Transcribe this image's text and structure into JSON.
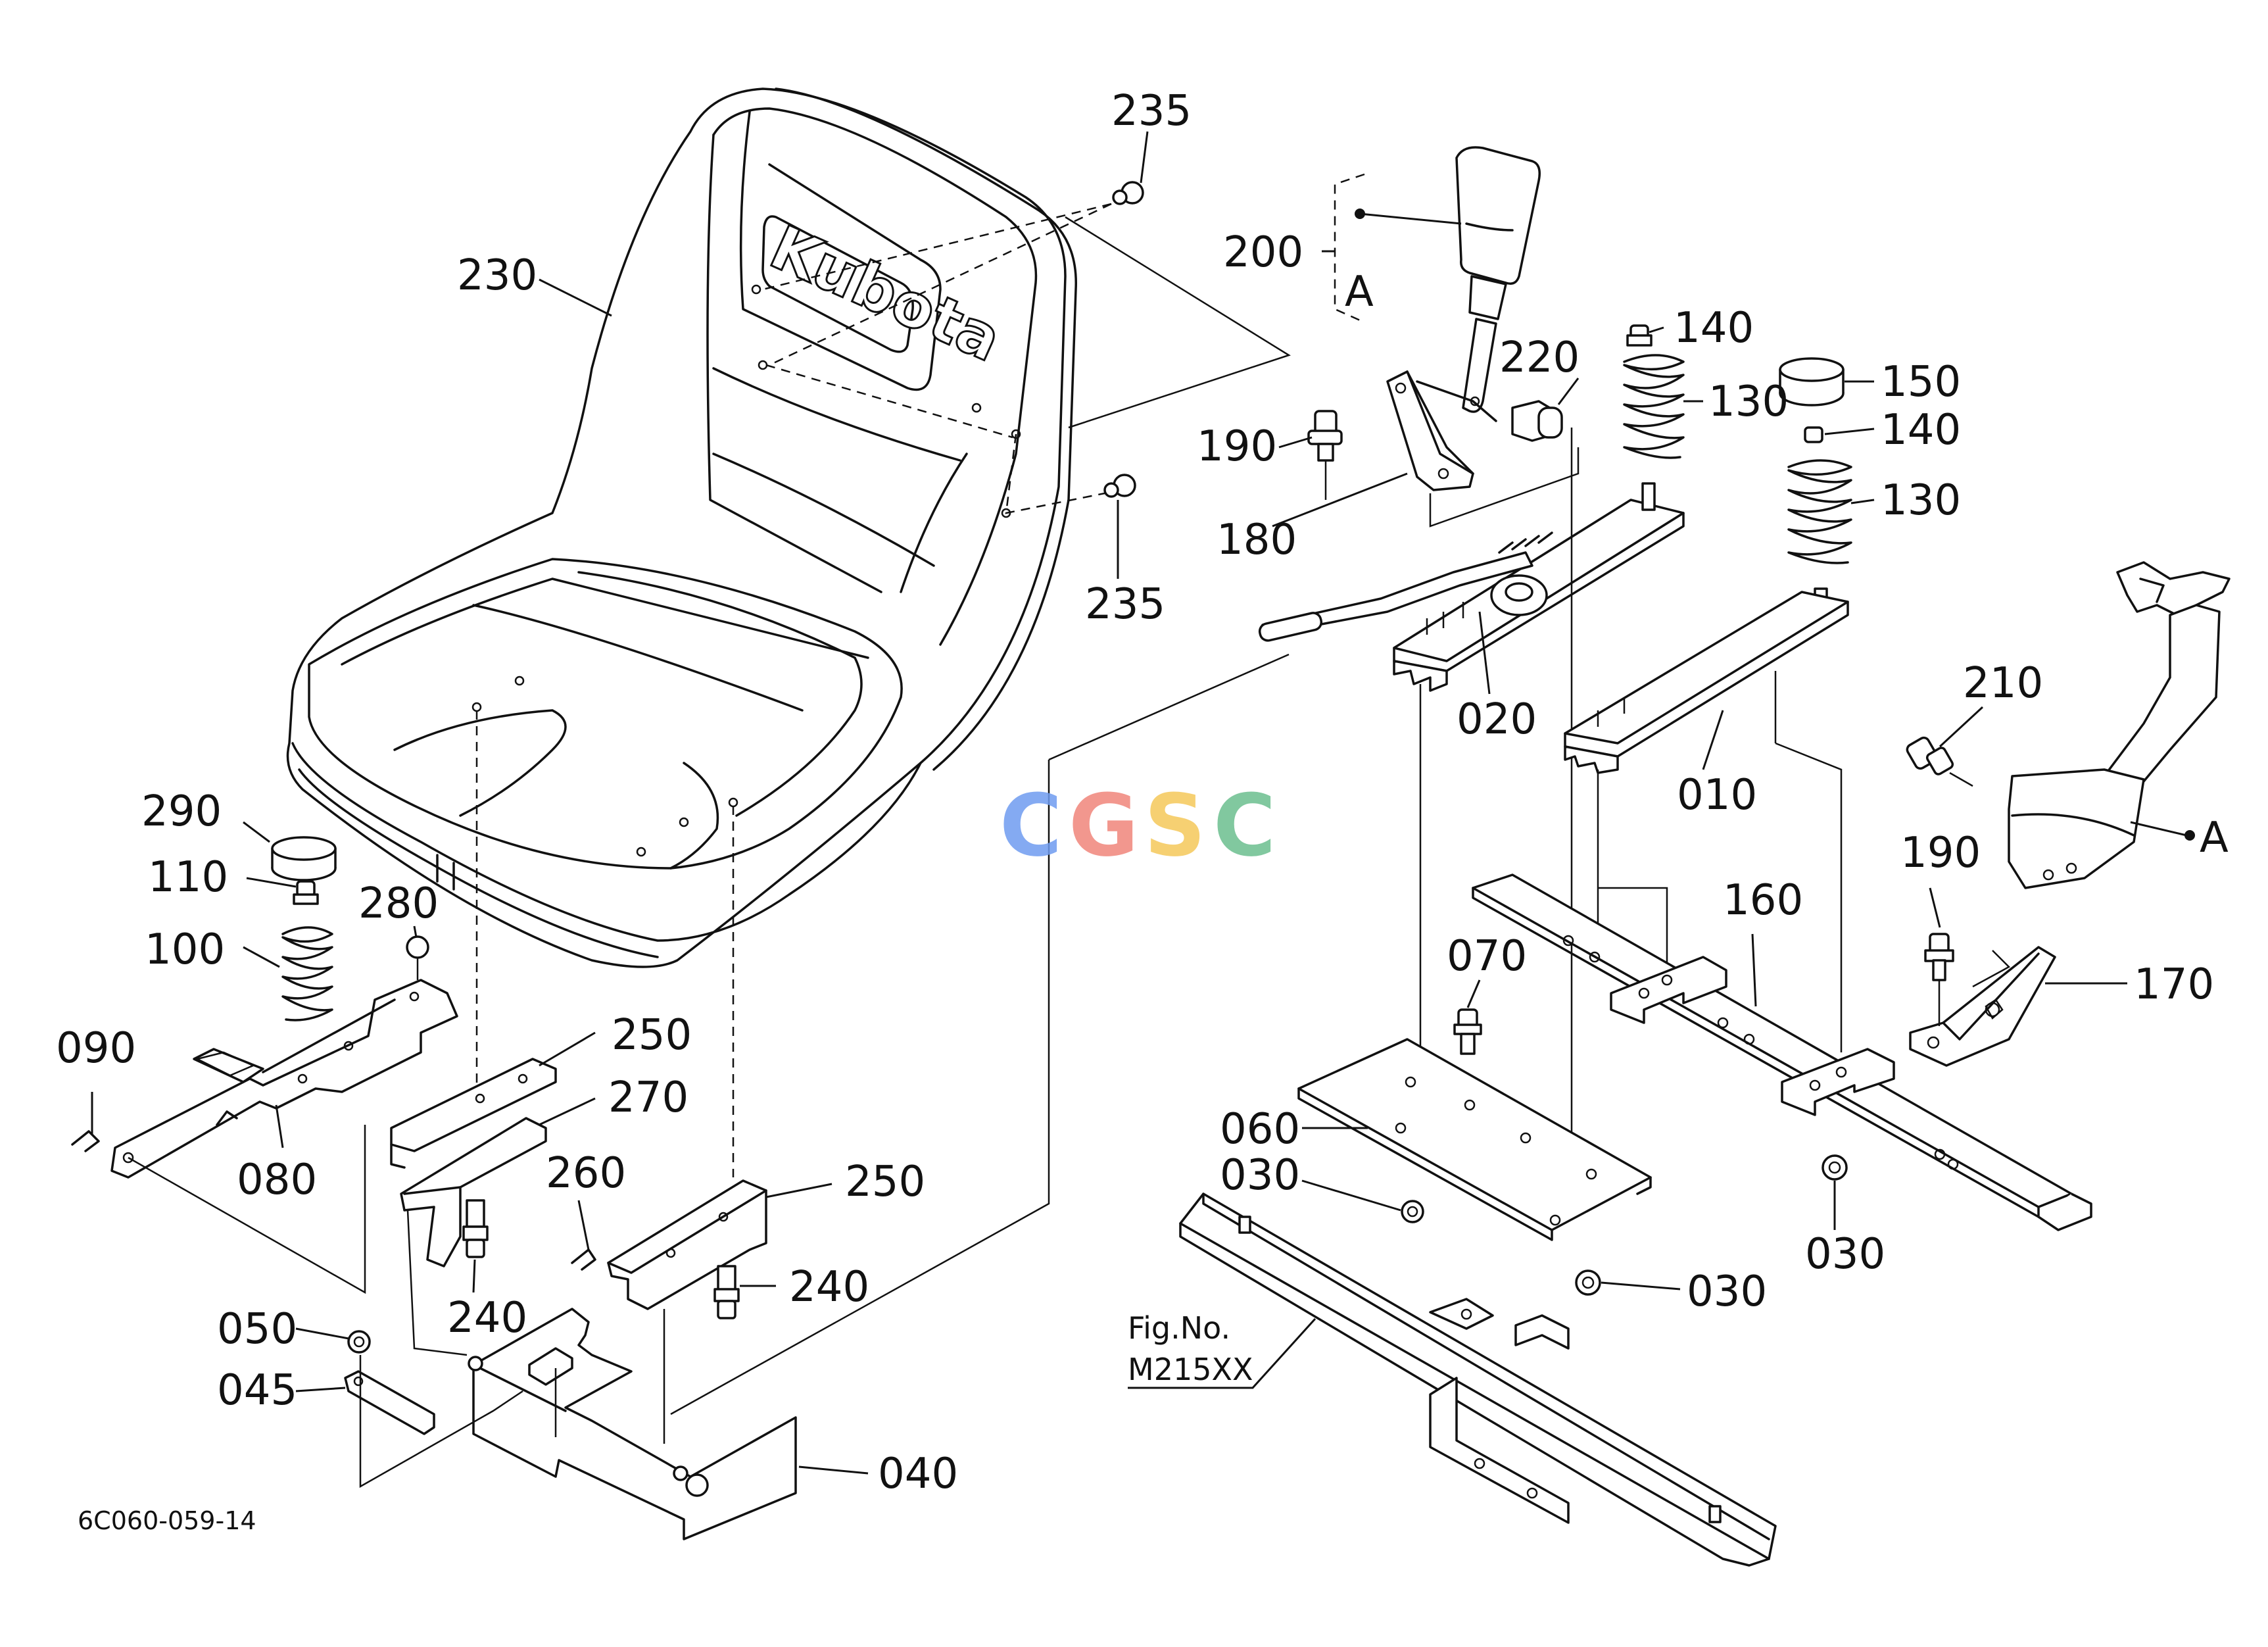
{
  "diagram": {
    "drawing_number": "6C060-059-14",
    "fig_reference": [
      "Fig.No.",
      "M215XX"
    ],
    "detail_marker": "A",
    "seat_brand": "Kubota",
    "watermark": {
      "letters": [
        "C",
        "G",
        "S",
        "C"
      ],
      "colors": [
        "#6f9cf0",
        "#f0857b",
        "#f5c85a",
        "#6cbf8f"
      ]
    },
    "part_labels": {
      "p235a": "235",
      "p235b": "235",
      "p230": "230",
      "p200": "200",
      "p220": "220",
      "p190a": "190",
      "p180": "180",
      "p140a": "140",
      "p130a": "130",
      "p150": "150",
      "p140b": "140",
      "p130b": "130",
      "p020": "020",
      "p010": "010",
      "p210": "210",
      "p190b": "190",
      "p170": "170",
      "p160": "160",
      "p070": "070",
      "p060": "060",
      "p030a": "030",
      "p030b": "030",
      "p030c": "030",
      "p290": "290",
      "p110": "110",
      "p100": "100",
      "p280": "280",
      "p090": "090",
      "p080": "080",
      "p250a": "250",
      "p270": "270",
      "p260": "260",
      "p250b": "250",
      "p240a": "240",
      "p240b": "240",
      "p050": "050",
      "p045": "045",
      "p040": "040"
    }
  }
}
